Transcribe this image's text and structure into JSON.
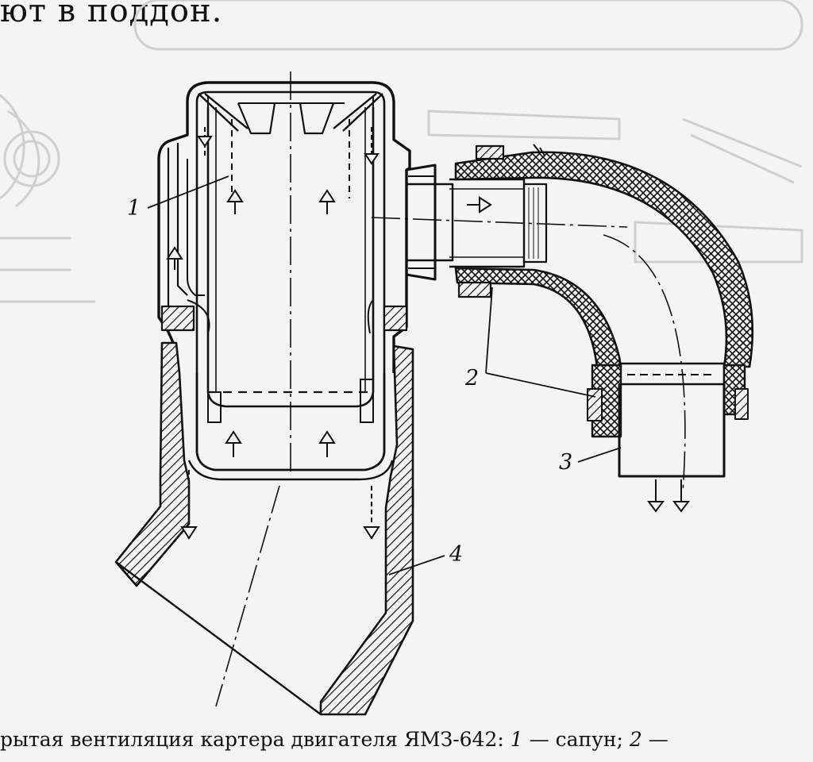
{
  "page": {
    "top_text": "ют в поддон.",
    "caption": {
      "lead": "рытая вентиляция картера двигателя ЯМЗ-642: ",
      "item1_num": "1",
      "item1_text": " — сапун; ",
      "item2_num": "2",
      "item2_text": " —"
    }
  },
  "diagram": {
    "callouts": [
      {
        "id": "breather",
        "number": "1"
      },
      {
        "id": "coupling",
        "number": "2"
      },
      {
        "id": "pipe",
        "number": "3"
      },
      {
        "id": "housing",
        "number": "4"
      }
    ],
    "colors": {
      "ink": "#111111",
      "paper": "#f4f4f2",
      "bleed": "#cfcfcf"
    }
  }
}
